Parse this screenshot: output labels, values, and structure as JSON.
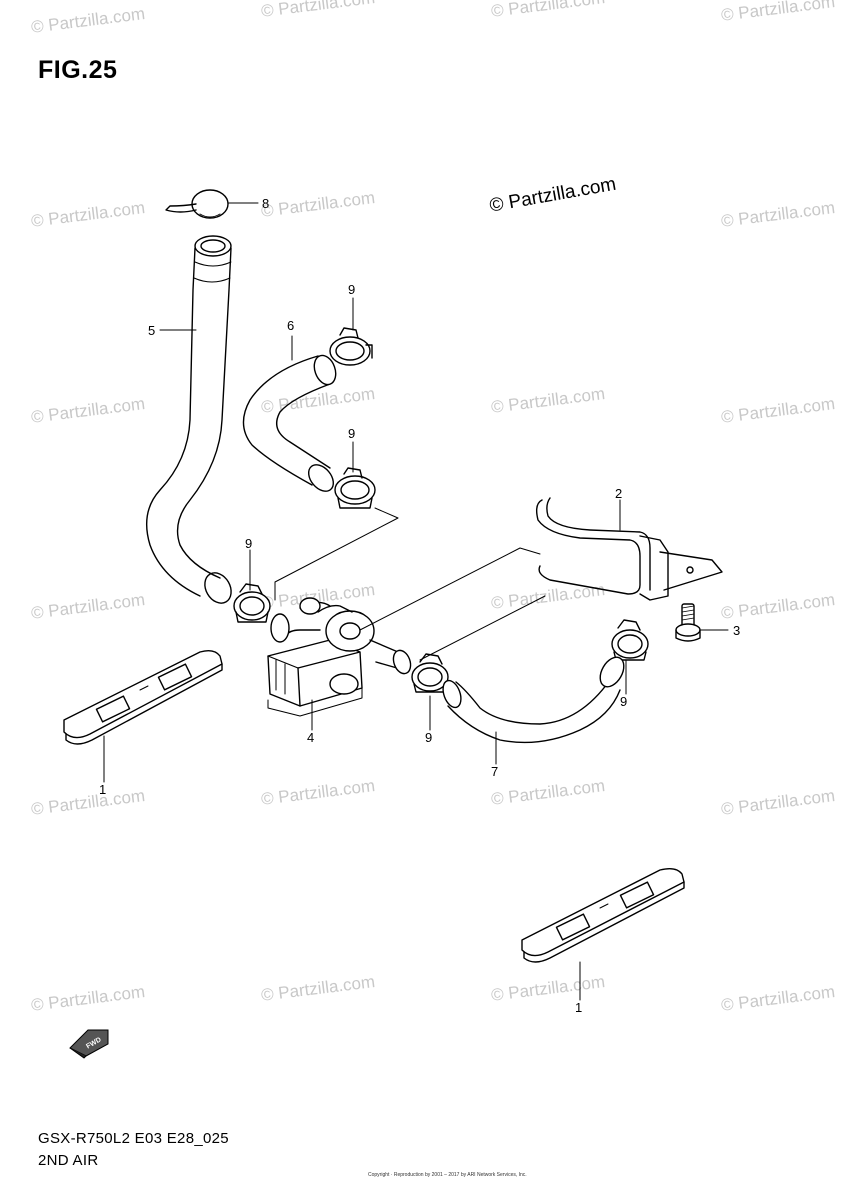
{
  "figure": {
    "title": "FIG.25",
    "code": "GSX-R750L2 E03 E28_025",
    "name": "2ND AIR",
    "copyright": "Copyright · Reproduction by 2001 – 2017 by ARI Network Services, Inc."
  },
  "watermark": {
    "text": "© Partzilla.com",
    "main_text": "© Partzilla.com"
  },
  "fwd_label": "FWD",
  "callouts": {
    "c1a": "1",
    "c1b": "1",
    "c2": "2",
    "c3": "3",
    "c4": "4",
    "c5": "5",
    "c6": "6",
    "c7": "7",
    "c8": "8",
    "c9a": "9",
    "c9b": "9",
    "c9c": "9",
    "c9d": "9",
    "c9e": "9"
  }
}
